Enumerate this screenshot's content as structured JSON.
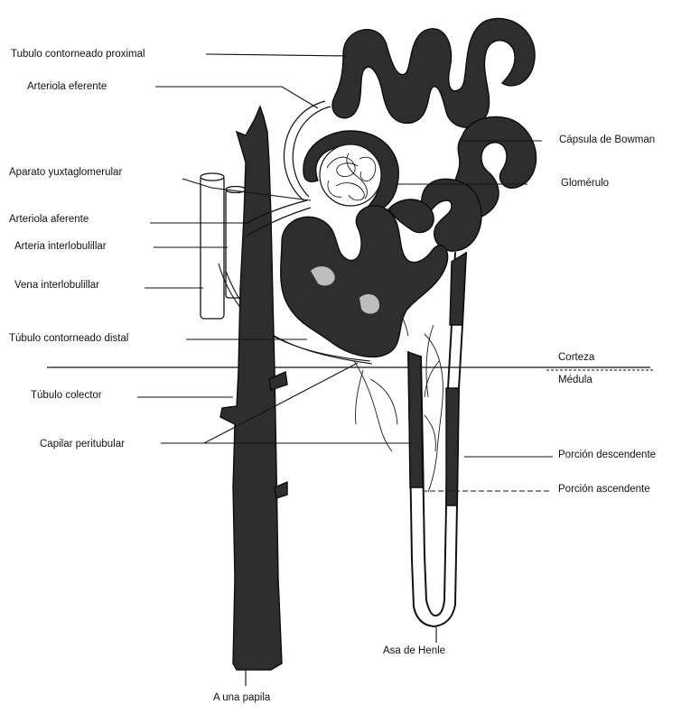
{
  "labels": {
    "tubulo_proximal": "Tubulo contorneado proximal",
    "arteriola_eferente": "Arteriola eferente",
    "aparato_yuxtaglomerular": "Aparato yuxtaglomerular",
    "arteriola_aferente": "Arteriola aferente",
    "arteria_interlobulillar": "Arteria interlobulillar",
    "vena_interlobulillar": "Vena interlobulillar",
    "tubulo_distal": "Túbulo contorneado distal",
    "tubulo_colector": "Túbulo colector",
    "capilar_peritubular": "Capilar peritubular",
    "capsula_bowman": "Cápsula de Bowman",
    "glomerulo": "Glomérulo",
    "corteza": "Corteza",
    "medula": "Médula",
    "porcion_descendente": "Porción descendente",
    "porcion_ascendente": "Porción ascendente",
    "asa_henle": "Asa de Henle",
    "a_una_papila": "A una papila"
  },
  "colors": {
    "tubule_fill": "#2e2e2e",
    "line": "#111111",
    "background": "#ffffff"
  }
}
